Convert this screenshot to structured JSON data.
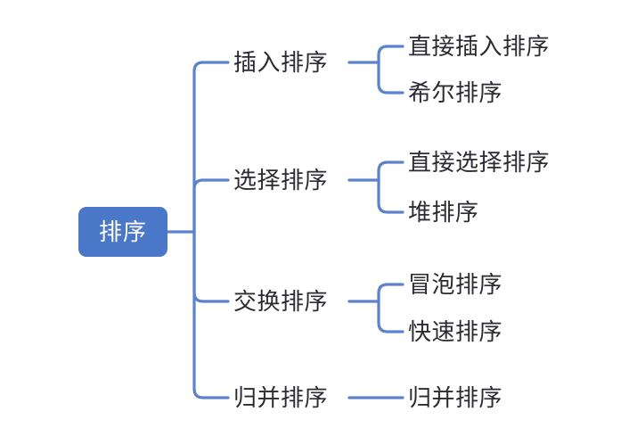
{
  "diagram": {
    "title": "排序",
    "type": "mindmap",
    "colors": {
      "root_fill": "#4b77c8",
      "root_text": "#ffffff",
      "connector": "#5b82ca",
      "node_text": "#2b2b33",
      "background": "#ffffff"
    },
    "root": {
      "label": "排序"
    },
    "branches": [
      {
        "label": "插入排序",
        "children": [
          {
            "label": "直接插入排序"
          },
          {
            "label": "希尔排序"
          }
        ]
      },
      {
        "label": "选择排序",
        "children": [
          {
            "label": "直接选择排序"
          },
          {
            "label": "堆排序"
          }
        ]
      },
      {
        "label": "交换排序",
        "children": [
          {
            "label": "冒泡排序"
          },
          {
            "label": "快速排序"
          }
        ]
      },
      {
        "label": "归并排序",
        "children": [
          {
            "label": "归并排序"
          }
        ]
      }
    ]
  }
}
